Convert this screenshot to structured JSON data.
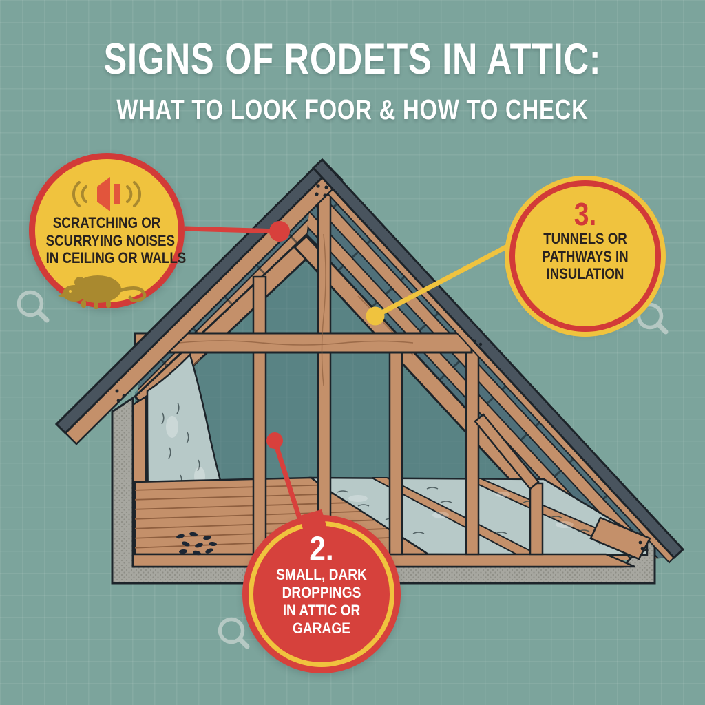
{
  "title": "SIGNS OF RODETS IN ATTIC:",
  "subtitle": "WHAT TO LOOK FOOR & HOW TO CHECK",
  "callouts": [
    {
      "id": "scratching-noises",
      "number": "",
      "lines": [
        "SCRATCHING OR",
        "SCURRYING NOISES",
        "IN CEILING OR WALLS"
      ],
      "icons": [
        "sound-waves-icon",
        "mouse-icon"
      ]
    },
    {
      "id": "droppings",
      "number": "2.",
      "lines": [
        "SMALL, DARK",
        "DROPPINGS",
        "IN ATTIC OR",
        "GARAGE"
      ],
      "icons": []
    },
    {
      "id": "tunnels",
      "number": "3.",
      "lines": [
        "TUNNELS OR",
        "PATHWAYS IN",
        "INSULATION"
      ],
      "icons": []
    }
  ],
  "decorations": {
    "magnifier_icons": 3,
    "connector_dots": 3
  },
  "palette": {
    "background": "#7CA49C",
    "interior_teal": "#6D939B",
    "callout_yellow": "#F0C33E",
    "callout_red": "#D23A38",
    "callout_red_fill": "#D6413C",
    "connector_red": "#D8403C",
    "connector_yellow": "#F0C33E",
    "text_dark": "#29221F",
    "text_white": "#FFFFFF",
    "roof_slate": "#49545E",
    "sheathing_teal": "#50707A",
    "wood": "#C4906A",
    "wood_grain": "#8F5F3F",
    "outline_dark": "#1D242A",
    "insulation_gray": "#B7C9C8",
    "foundation_gray": "#A7A7A0",
    "mouse_olive": "#A9892F",
    "speaker_red": "#E2553C",
    "magnifier_gray": "#CCD6D3",
    "droppings_dark": "#1C2633"
  }
}
